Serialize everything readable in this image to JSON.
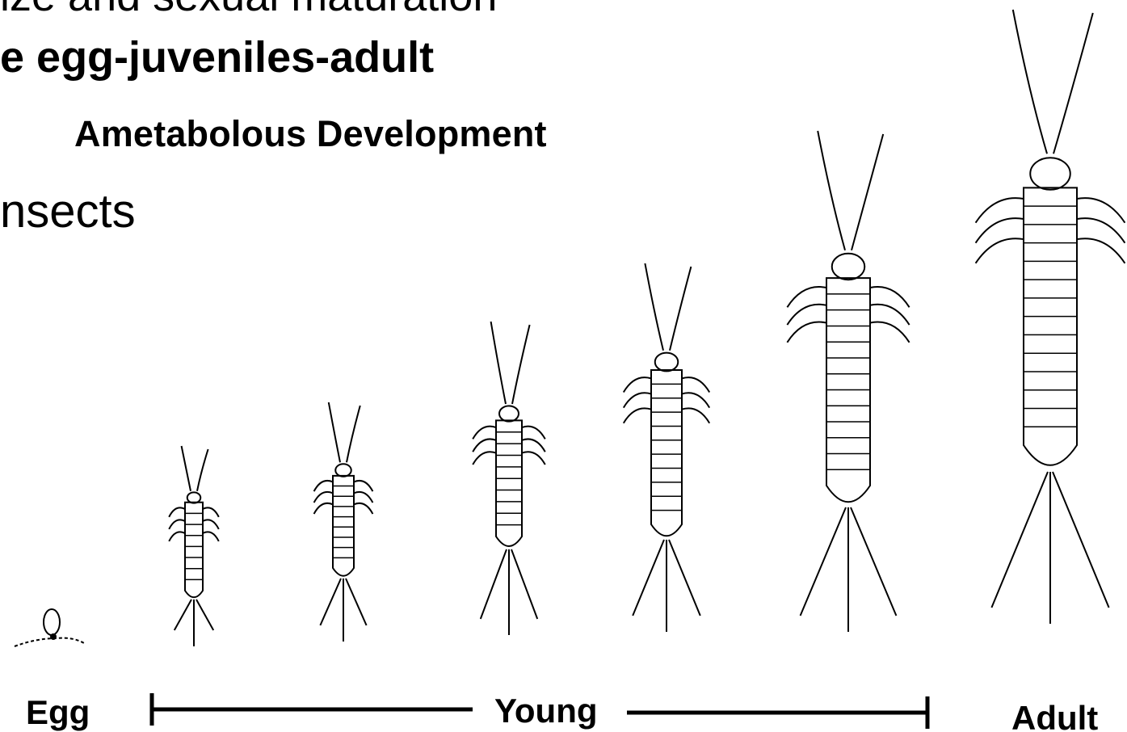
{
  "slide": {
    "line_top_partial": "ize and sexual maturation",
    "line_bold": "e egg-juveniles-adult",
    "line_insects": "nsects"
  },
  "figure": {
    "title": "Ametabolous Development",
    "stages": [
      {
        "label": "Egg"
      },
      {
        "label": "Young"
      },
      {
        "label": "Adult"
      }
    ]
  }
}
